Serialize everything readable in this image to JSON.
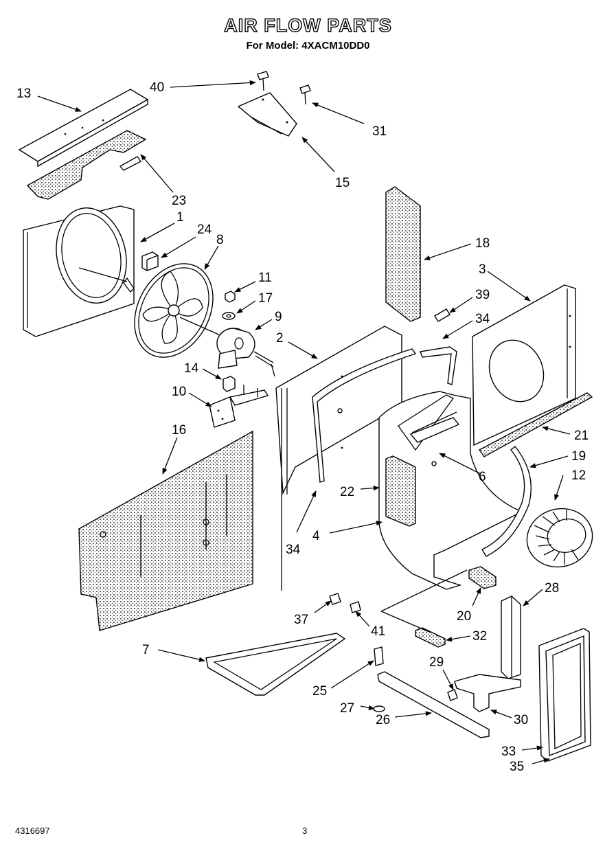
{
  "header": {
    "title": "AIR FLOW PARTS",
    "subtitle": "For Model: 4XACM10DD0"
  },
  "footer": {
    "doc_number": "4316697",
    "page_number": "3"
  },
  "callouts": {
    "c1": "1",
    "c2": "2",
    "c3": "3",
    "c4": "4",
    "c6": "6",
    "c7": "7",
    "c8": "8",
    "c9": "9",
    "c10": "10",
    "c11": "11",
    "c12": "12",
    "c13": "13",
    "c14": "14",
    "c15": "15",
    "c16": "16",
    "c17": "17",
    "c18": "18",
    "c19": "19",
    "c20": "20",
    "c21": "21",
    "c22": "22",
    "c23": "23",
    "c24": "24",
    "c25": "25",
    "c26": "26",
    "c27": "27",
    "c28": "28",
    "c29": "29",
    "c30": "30",
    "c31": "31",
    "c32": "32",
    "c33": "33",
    "c34a": "34",
    "c34b": "34",
    "c35": "35",
    "c37": "37",
    "c39": "39",
    "c40": "40",
    "c41": "41"
  }
}
